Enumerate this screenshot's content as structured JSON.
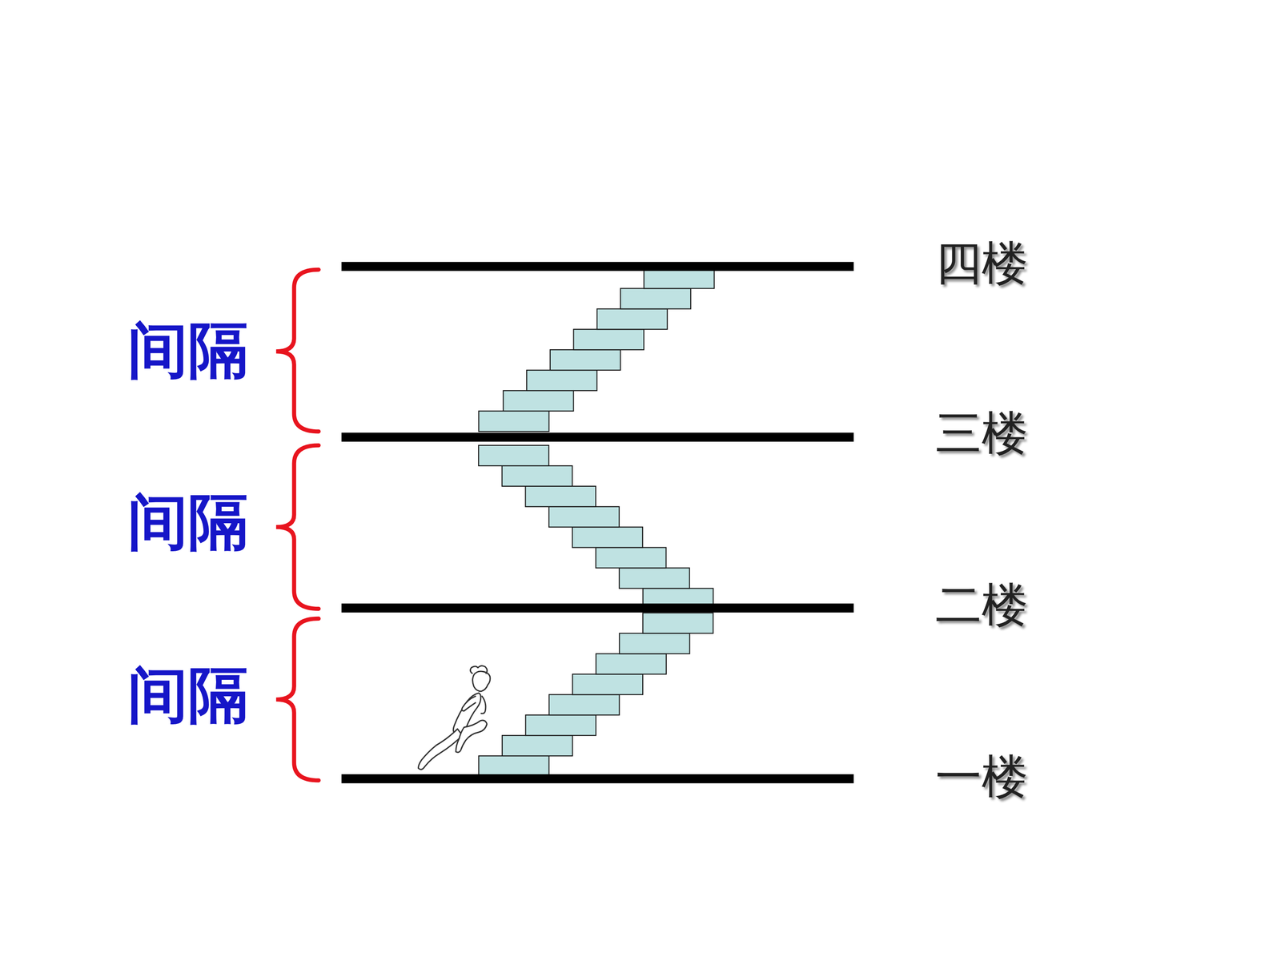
{
  "diagram": {
    "labels": [
      "四楼",
      "三楼",
      "二楼",
      "一楼",
      "间隔",
      "间隔",
      "间隔"
    ]
  }
}
